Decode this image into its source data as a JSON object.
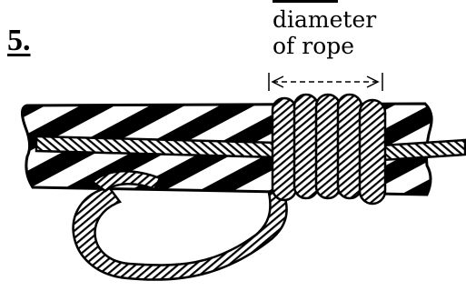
{
  "step": {
    "number": "5."
  },
  "annotation": {
    "line1": "diameter",
    "line2": "of rope"
  },
  "colors": {
    "ink": "#000000",
    "paper": "#ffffff"
  }
}
